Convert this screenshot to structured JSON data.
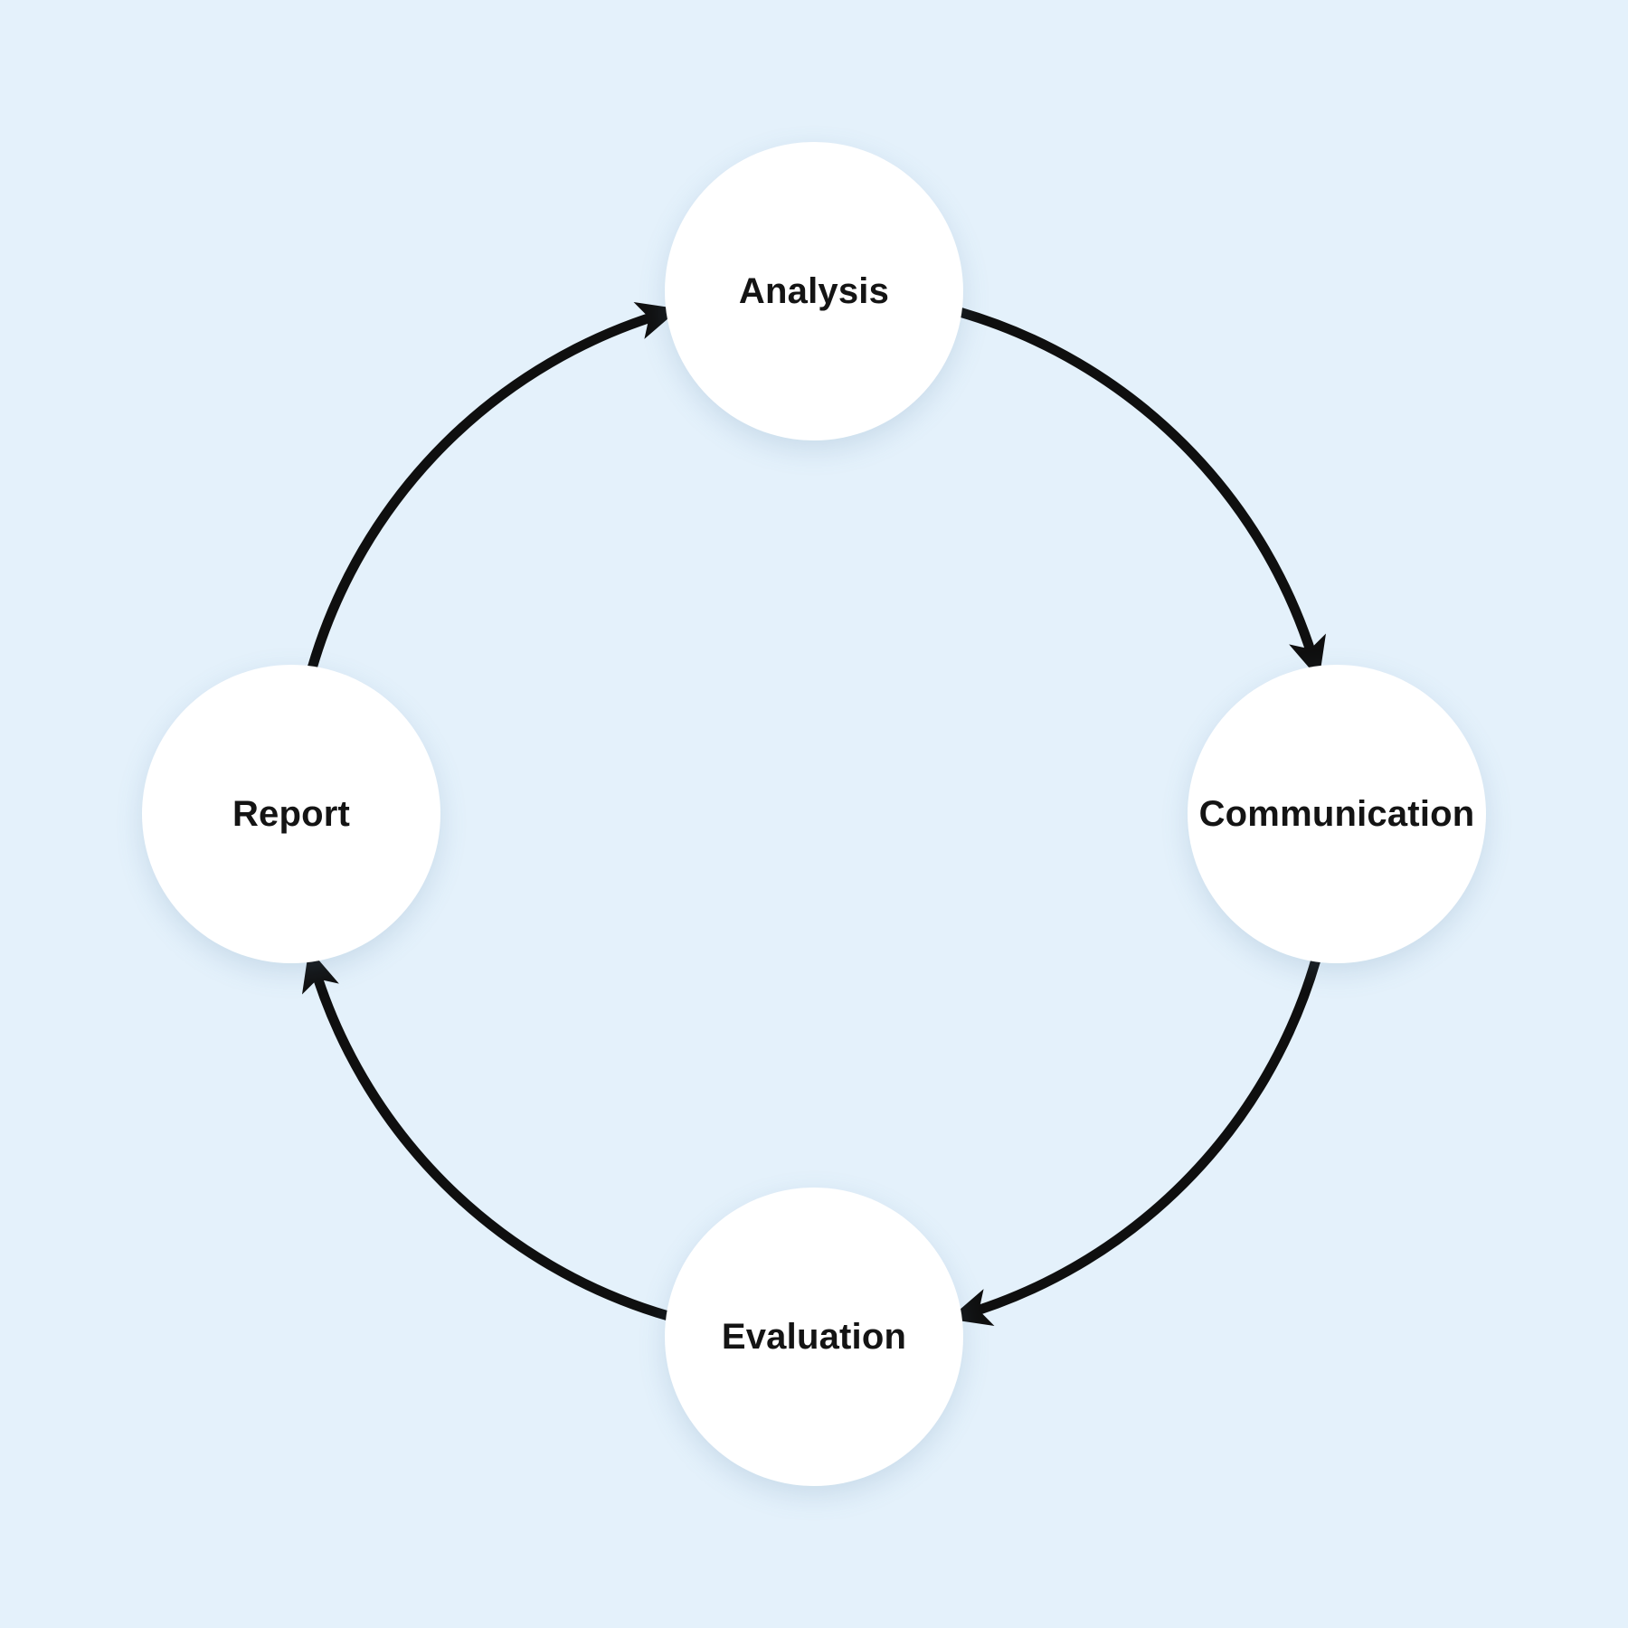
{
  "diagram": {
    "type": "cycle",
    "flow_direction": "clockwise",
    "background_color": "#e4f1fb",
    "node_fill_color": "#ffffff",
    "arrow_color": "#0f0f0f",
    "label_color": "#141414",
    "nodes": [
      {
        "id": "analysis",
        "label": "Analysis",
        "position": "top"
      },
      {
        "id": "communication",
        "label": "Communication",
        "position": "right"
      },
      {
        "id": "evaluation",
        "label": "Evaluation",
        "position": "bottom"
      },
      {
        "id": "report",
        "label": "Report",
        "position": "left"
      }
    ],
    "edges": [
      {
        "from": "Report",
        "to": "Analysis"
      },
      {
        "from": "Analysis",
        "to": "Communication"
      },
      {
        "from": "Communication",
        "to": "Evaluation"
      },
      {
        "from": "Evaluation",
        "to": "Report"
      }
    ]
  }
}
